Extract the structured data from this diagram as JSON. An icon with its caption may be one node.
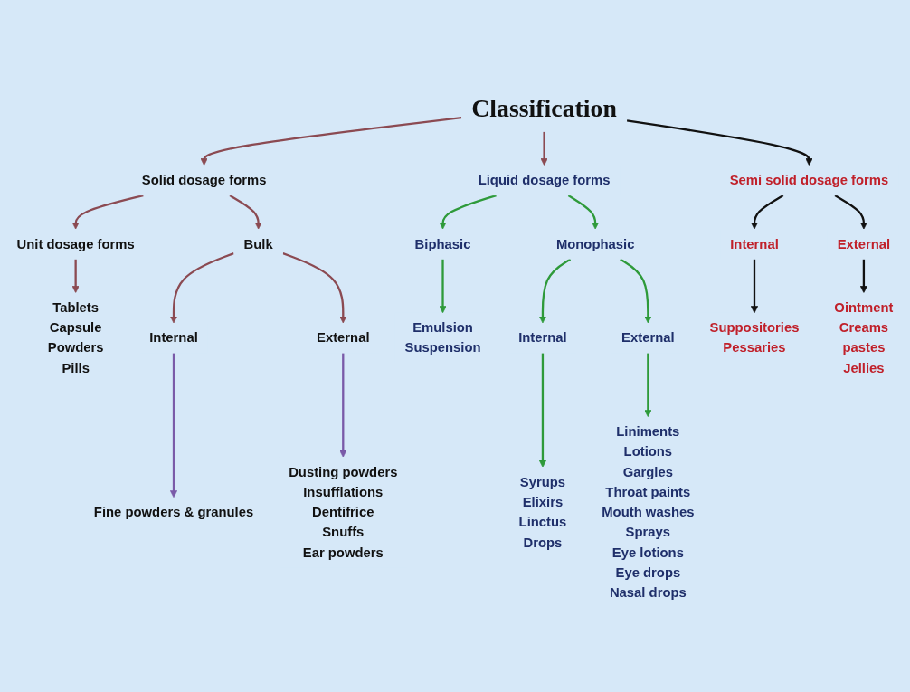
{
  "diagram": {
    "nodes": [
      {
        "text": [
          "Classification"
        ]
      },
      {
        "text": [
          "Solid dosage forms"
        ]
      },
      {
        "text": [
          "Liquid dosage forms"
        ]
      },
      {
        "text": [
          "Semi solid dosage forms"
        ]
      },
      {
        "text": [
          "Unit dosage forms"
        ]
      },
      {
        "text": [
          "Bulk"
        ]
      },
      {
        "text": [
          "Tablets",
          "Capsule",
          "Powders",
          "Pills"
        ]
      },
      {
        "text": [
          "Internal"
        ]
      },
      {
        "text": [
          "External"
        ]
      },
      {
        "text": [
          "Fine powders & granules"
        ]
      },
      {
        "text": [
          "Dusting powders",
          "Insufflations",
          "Dentifrice",
          "Snuffs",
          "Ear powders"
        ]
      },
      {
        "text": [
          "Biphasic"
        ]
      },
      {
        "text": [
          "Monophasic"
        ]
      },
      {
        "text": [
          "Emulsion",
          "Suspension"
        ]
      },
      {
        "text": [
          "Internal"
        ]
      },
      {
        "text": [
          "External"
        ]
      },
      {
        "text": [
          "Syrups",
          "Elixirs",
          "Linctus",
          "Drops"
        ]
      },
      {
        "text": [
          "Liniments",
          "Lotions",
          "Gargles",
          "Throat paints",
          "Mouth washes",
          "Sprays",
          "Eye lotions",
          "Eye drops",
          "Nasal drops"
        ]
      },
      {
        "text": [
          "Internal"
        ]
      },
      {
        "text": [
          "External"
        ]
      },
      {
        "text": [
          "Suppositories",
          "Pessaries"
        ]
      },
      {
        "text": [
          "Ointment",
          "Creams",
          "pastes",
          "Jellies"
        ]
      }
    ],
    "edges": [
      {
        "from": 0,
        "to": 1,
        "arrow": "to"
      },
      {
        "from": 0,
        "to": 2,
        "arrow": "to"
      },
      {
        "from": 0,
        "to": 3,
        "arrow": "to",
        "color": "#111111"
      },
      {
        "from": 1,
        "to": 4,
        "arrow": "to"
      },
      {
        "from": 1,
        "to": 5,
        "arrow": "to"
      },
      {
        "from": 4,
        "to": 6,
        "arrow": "to"
      },
      {
        "from": 5,
        "to": 7,
        "arrow": "to"
      },
      {
        "from": 5,
        "to": 8,
        "arrow": "to"
      },
      {
        "from": 7,
        "to": 9,
        "arrow": "to",
        "color": "#7a5aa8"
      },
      {
        "from": 8,
        "to": 10,
        "arrow": "to",
        "color": "#7a5aa8"
      },
      {
        "from": 2,
        "to": 11,
        "arrow": "to",
        "color": "#2e9a3a"
      },
      {
        "from": 2,
        "to": 12,
        "arrow": "to",
        "color": "#2e9a3a"
      },
      {
        "from": 11,
        "to": 13,
        "arrow": "to",
        "color": "#2e9a3a"
      },
      {
        "from": 12,
        "to": 14,
        "arrow": "to",
        "color": "#2e9a3a"
      },
      {
        "from": 12,
        "to": 15,
        "arrow": "to",
        "color": "#2e9a3a"
      },
      {
        "from": 14,
        "to": 16,
        "arrow": "to",
        "color": "#2e9a3a"
      },
      {
        "from": 15,
        "to": 17,
        "arrow": "to",
        "color": "#2e9a3a"
      },
      {
        "from": 3,
        "to": 18,
        "arrow": "to",
        "color": "#111111"
      },
      {
        "from": 3,
        "to": 19,
        "arrow": "to",
        "color": "#111111"
      },
      {
        "from": 18,
        "to": 20,
        "arrow": "to",
        "color": "#111111"
      },
      {
        "from": 19,
        "to": 21,
        "arrow": "to",
        "color": "#111111"
      }
    ]
  }
}
